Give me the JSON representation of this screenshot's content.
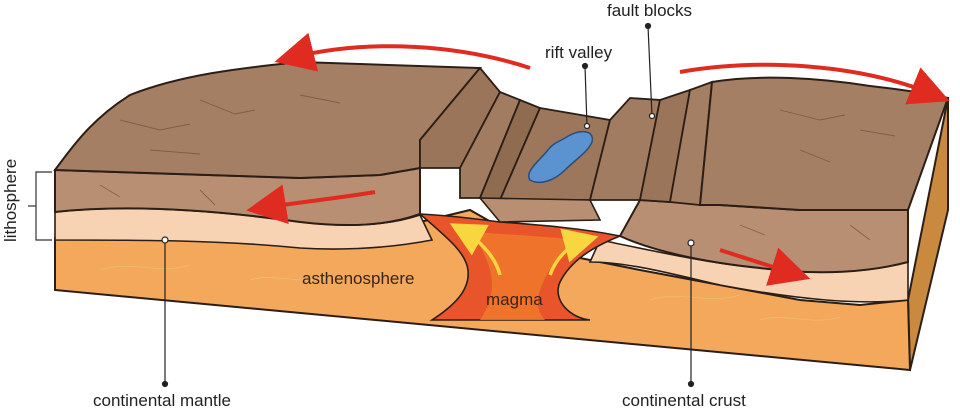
{
  "labels": {
    "fault_blocks": "fault blocks",
    "rift_valley": "rift valley",
    "lithosphere": "lithosphere",
    "asthenosphere": "asthenosphere",
    "magma": "magma",
    "continental_mantle": "continental mantle",
    "continental_crust": "continental crust"
  },
  "colors": {
    "crust_top": "#a57f63",
    "crust_side": "#b78f72",
    "mantle": "#f6d2b0",
    "asthenosphere": "#f2a55a",
    "magma": "#e8552a",
    "magma_core": "#f07a2a",
    "water": "#5a93d0",
    "arrow_red": "#e02b20",
    "arrow_yellow": "#f7d640",
    "outline": "#2b1e16"
  }
}
